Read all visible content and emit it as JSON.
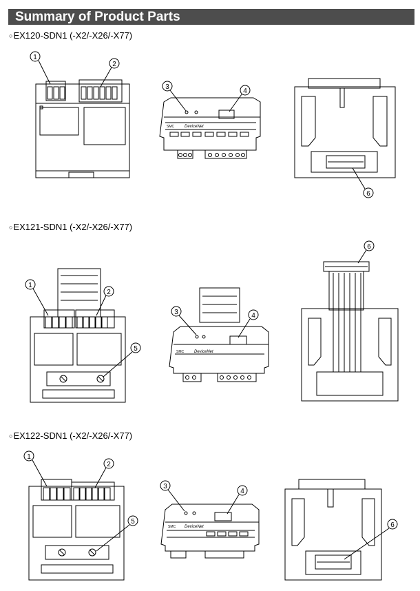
{
  "page": {
    "title": "Summary of Product Parts",
    "bullet": "○"
  },
  "sections": [
    {
      "model": "EX120-SDN1 (-X2/-X26/-X77)"
    },
    {
      "model": "EX121-SDN1 (-X2/-X26/-X77)"
    },
    {
      "model": "EX122-SDN1 (-X2/-X26/-X77)"
    }
  ],
  "callouts": {
    "n1": "1",
    "n2": "2",
    "n3": "3",
    "n4": "4",
    "n5": "5",
    "n6": "6"
  },
  "module_text": {
    "brand": "SMC",
    "devicenet": "DeviceNet"
  }
}
